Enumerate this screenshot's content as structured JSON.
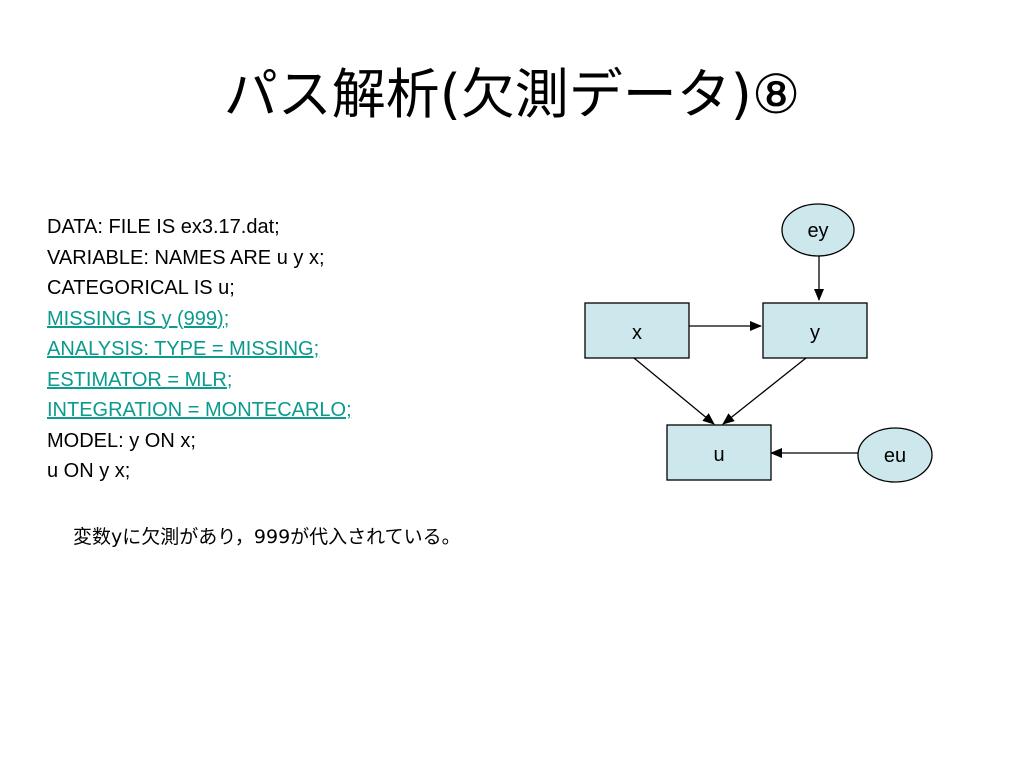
{
  "slide": {
    "title": "パス解析(欠測データ)⑧",
    "code_lines": [
      {
        "text": "DATA: FILE IS ex3.17.dat;",
        "link": false
      },
      {
        "text": "VARIABLE: NAMES ARE u y x;",
        "link": false
      },
      {
        "text": "CATEGORICAL IS u;",
        "link": false
      },
      {
        "text": "MISSING IS y (999);",
        "link": true
      },
      {
        "text": "ANALYSIS: TYPE = MISSING;",
        "link": true
      },
      {
        "text": "ESTIMATOR = MLR;",
        "link": true
      },
      {
        "text": "INTEGRATION = MONTECARLO;",
        "link": true
      },
      {
        "text": "MODEL: y ON x;",
        "link": false
      },
      {
        "text": "u ON y x;",
        "link": false
      }
    ],
    "note": "変数yに欠測があり，999が代入されている。"
  },
  "diagram": {
    "nodes": {
      "ey": "ey",
      "x": "x",
      "y": "y",
      "u": "u",
      "eu": "eu"
    },
    "edges": [
      {
        "from": "ey",
        "to": "y"
      },
      {
        "from": "x",
        "to": "y"
      },
      {
        "from": "x",
        "to": "u"
      },
      {
        "from": "y",
        "to": "u"
      },
      {
        "from": "eu",
        "to": "u"
      }
    ],
    "colors": {
      "box_fill": "#cde8ec",
      "ellipse_fill": "#cde8ec",
      "stroke": "#000000",
      "link_text": "#0a9a8e"
    }
  }
}
